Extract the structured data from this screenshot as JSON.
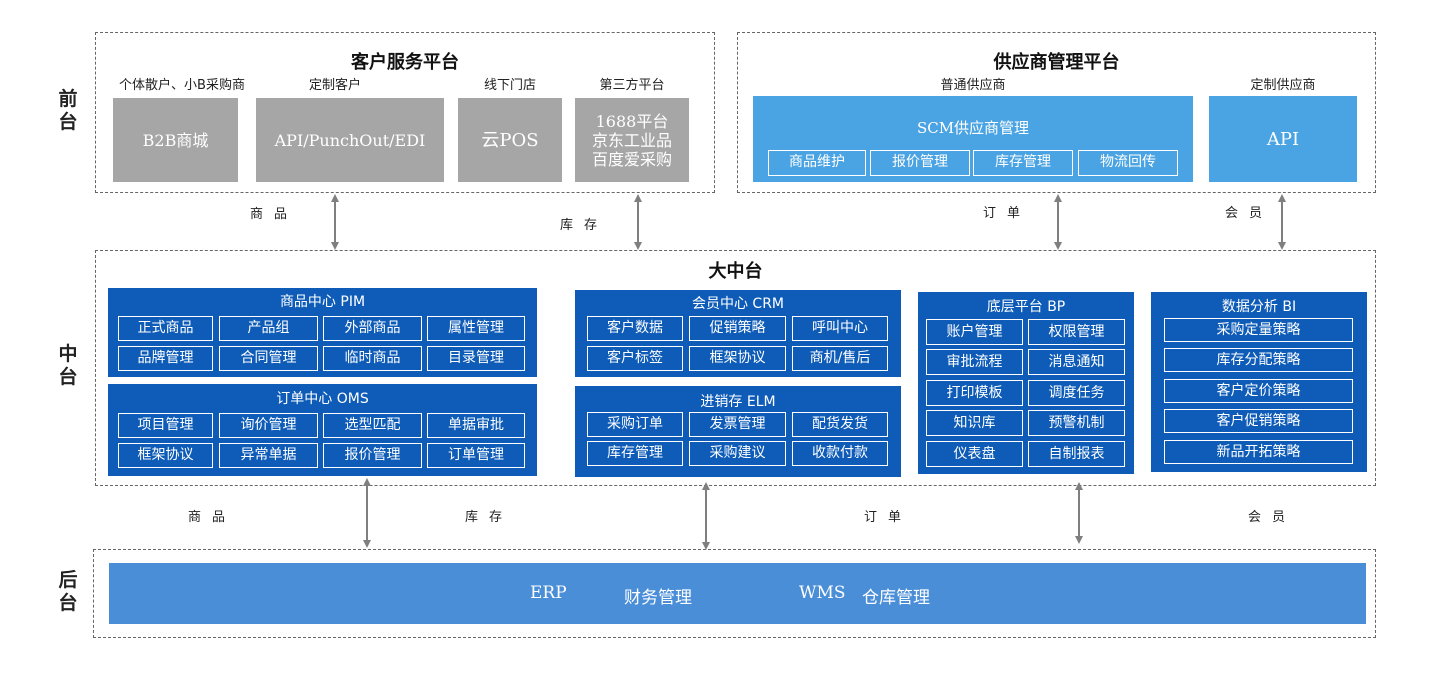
{
  "layers": {
    "front": [
      "前",
      "台"
    ],
    "middle": [
      "中",
      "台"
    ],
    "back": [
      "后",
      "台"
    ]
  },
  "customer_platform": {
    "title": "客户服务平台",
    "segments": [
      {
        "label": "个体散户、小B采购商",
        "box": [
          "B2B商城"
        ]
      },
      {
        "label": "定制客户",
        "box": [
          "API/PunchOut/EDI"
        ]
      },
      {
        "label": "线下门店",
        "box": [
          "云POS"
        ]
      },
      {
        "label": "第三方平台",
        "box": [
          "1688平台",
          "京东工业品",
          "百度爱采购"
        ]
      }
    ]
  },
  "supplier_platform": {
    "title": "供应商管理平台",
    "normal_label": "普通供应商",
    "custom_label": "定制供应商",
    "scm_title": "SCM供应商管理",
    "scm_items": [
      "商品维护",
      "报价管理",
      "库存管理",
      "物流回传"
    ],
    "api_label": "API"
  },
  "flows_top": [
    "商品",
    "库存",
    "订单",
    "会员"
  ],
  "flows_bottom": [
    "商品",
    "库存",
    "订单",
    "会员"
  ],
  "middle_platform": {
    "title": "大中台",
    "pim": {
      "title": "商品中心  PIM",
      "items": [
        "正式商品",
        "产品组",
        "外部商品",
        "属性管理",
        "品牌管理",
        "合同管理",
        "临时商品",
        "目录管理"
      ]
    },
    "oms": {
      "title": "订单中心  OMS",
      "items": [
        "项目管理",
        "询价管理",
        "选型匹配",
        "单据审批",
        "框架协议",
        "异常单据",
        "报价管理",
        "订单管理"
      ]
    },
    "crm": {
      "title": "会员中心  CRM",
      "items": [
        "客户数据",
        "促销策略",
        "呼叫中心",
        "客户标签",
        "框架协议",
        "商机/售后"
      ]
    },
    "elm": {
      "title": "进销存 ELM",
      "items": [
        "采购订单",
        "发票管理",
        "配货发货",
        "库存管理",
        "采购建议",
        "收款付款"
      ]
    },
    "bp": {
      "title": "底层平台  BP",
      "items": [
        "账户管理",
        "权限管理",
        "审批流程",
        "消息通知",
        "打印模板",
        "调度任务",
        "知识库",
        "预警机制",
        "仪表盘",
        "自制报表"
      ]
    },
    "bi": {
      "title": "数据分析  BI",
      "items": [
        "采购定量策略",
        "库存分配策略",
        "客户定价策略",
        "客户促销策略",
        "新品开拓策略"
      ]
    }
  },
  "back_platform": {
    "items": [
      "ERP",
      "财务管理",
      "WMS",
      "仓库管理"
    ]
  },
  "colors": {
    "panel": "#0e5cb8",
    "light_blue": "#4aa3e2",
    "bottom_bar": "#4a8ed8",
    "gray": "#a6a6a6",
    "arrow": "#7f7f7f"
  }
}
